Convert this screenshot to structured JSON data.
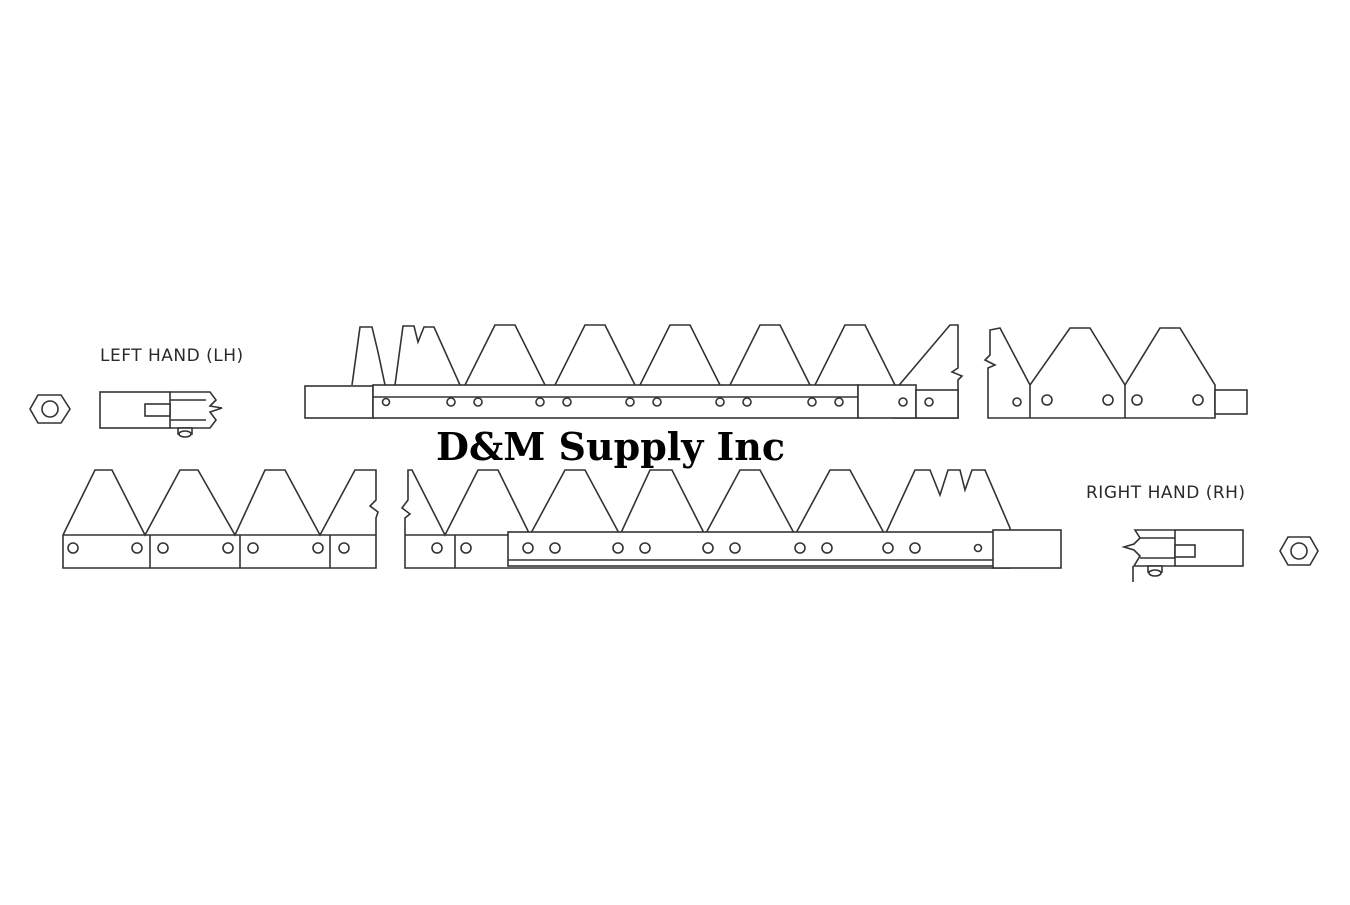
{
  "diagram": {
    "left_label": "LEFT HAND (LH)",
    "right_label": "RIGHT HAND (RH)",
    "watermark": "D&M Supply Inc"
  },
  "colors": {
    "line": "#333333",
    "background": "#ffffff",
    "watermark": "#000000"
  }
}
